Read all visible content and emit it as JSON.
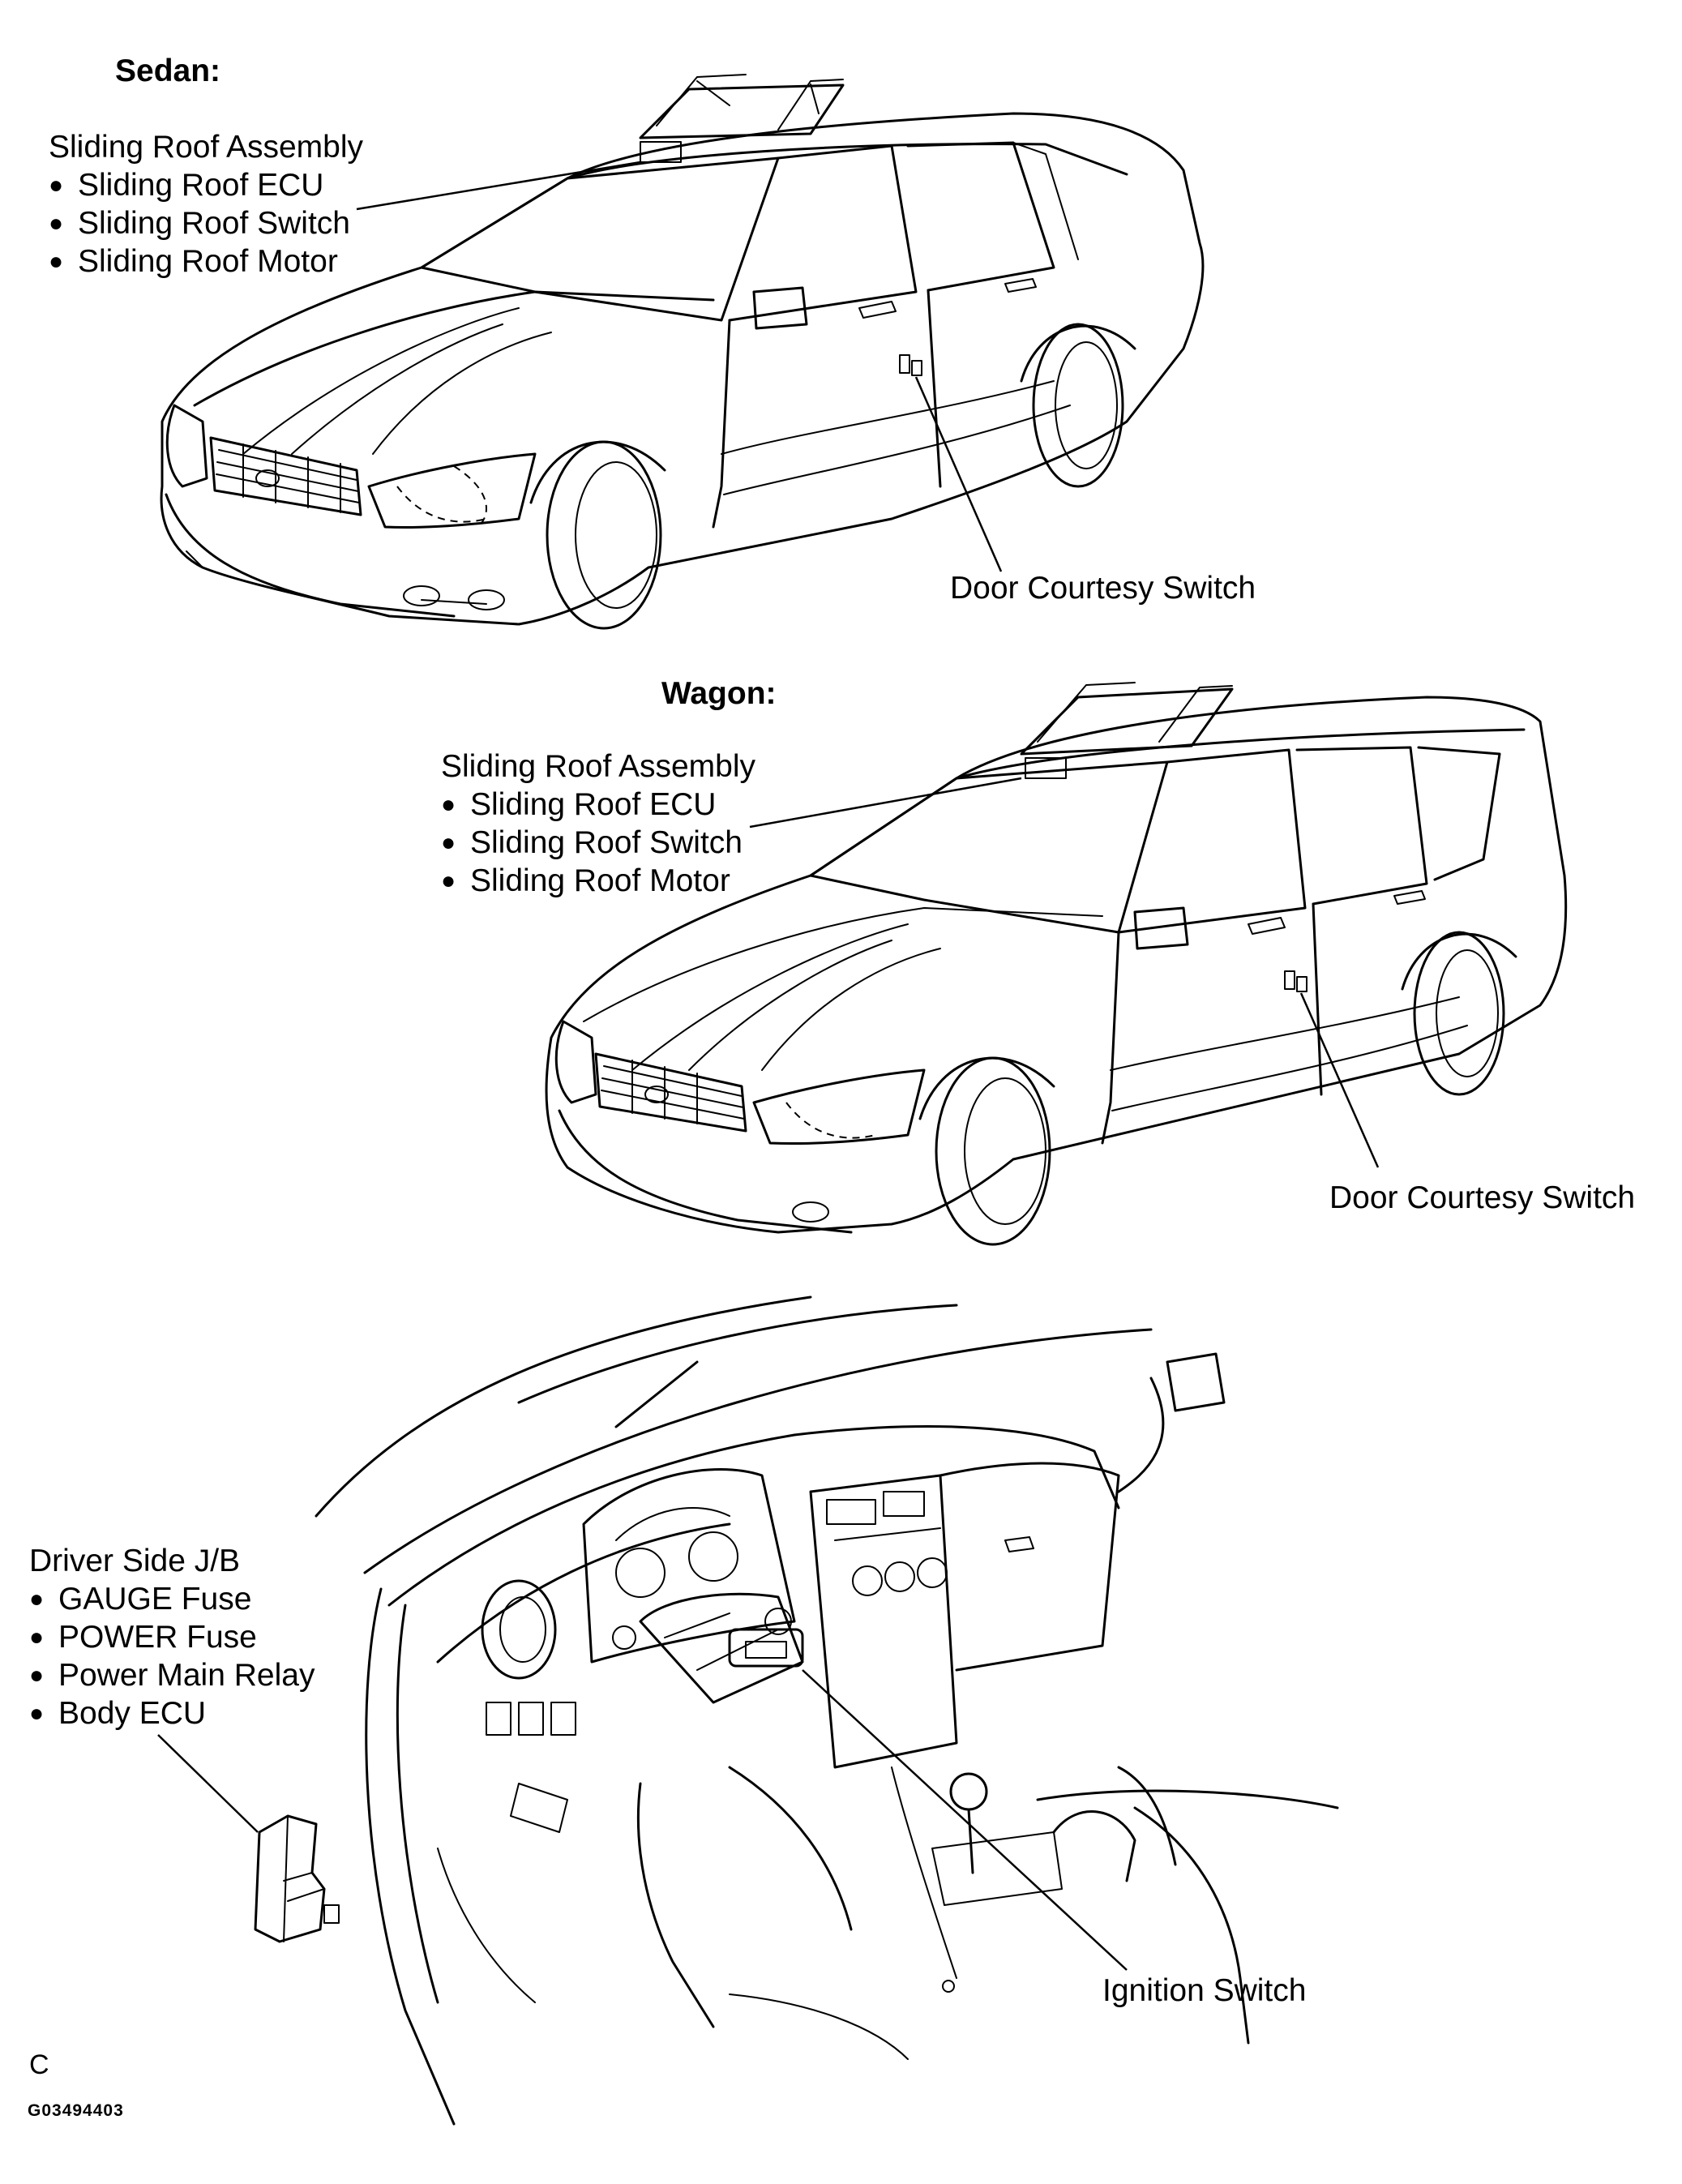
{
  "sedan": {
    "heading": "Sedan:",
    "assembly_title": "Sliding Roof Assembly",
    "assembly_items": [
      "Sliding Roof ECU",
      "Sliding Roof Switch",
      "Sliding Roof Motor"
    ],
    "door_switch": "Door Courtesy Switch"
  },
  "wagon": {
    "heading": "Wagon:",
    "assembly_title": "Sliding Roof Assembly",
    "assembly_items": [
      "Sliding Roof ECU",
      "Sliding Roof Switch",
      "Sliding Roof Motor"
    ],
    "door_switch": "Door Courtesy Switch"
  },
  "interior": {
    "jb_title": "Driver Side J/B",
    "jb_items": [
      "GAUGE Fuse",
      "POWER Fuse",
      "Power Main Relay",
      "Body ECU"
    ],
    "ignition": "Ignition Switch"
  },
  "footer": {
    "code_letter": "C",
    "figure_id": "G03494403"
  }
}
